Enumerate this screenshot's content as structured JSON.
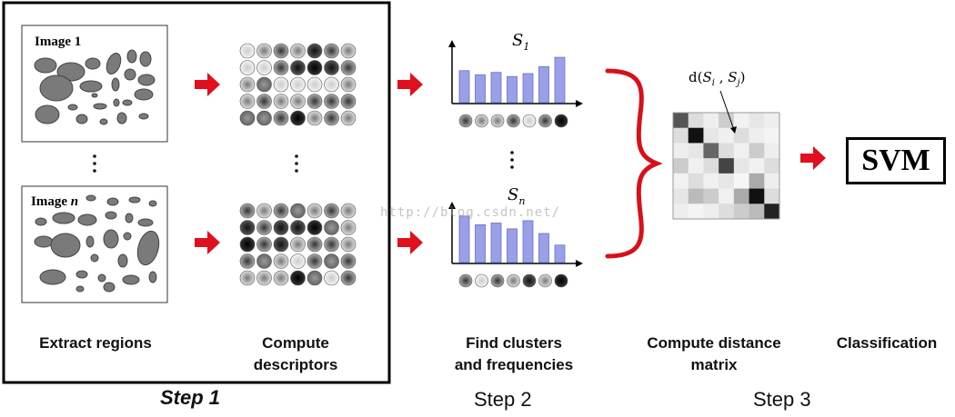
{
  "images": {
    "first_label": "Image 1",
    "last_label_prefix": "Image",
    "last_label_var": "n"
  },
  "histograms": {
    "first_symbol": "S",
    "first_subscript": "1",
    "last_symbol": "S",
    "last_subscript": "n",
    "first_bars": [
      0.55,
      0.48,
      0.52,
      0.45,
      0.5,
      0.62,
      0.78
    ],
    "last_bars": [
      0.8,
      0.65,
      0.68,
      0.58,
      0.72,
      0.5,
      0.3
    ],
    "bar_color": "#9aa0e8"
  },
  "matrix": {
    "annotation": "d(Si , Sj)",
    "ann_func": "d(",
    "ann_s1": "S",
    "ann_i": "i",
    "ann_sep": " , ",
    "ann_s2": "S",
    "ann_j": "j",
    "ann_close": ")"
  },
  "svm_label": "SVM",
  "labels": {
    "extract": "Extract regions",
    "compute_desc": "Compute\ndescriptors",
    "clusters": "Find clusters\nand frequencies",
    "distance": "Compute distance\nmatrix",
    "classification": "Classification"
  },
  "steps": {
    "step1": "Step 1",
    "step2": "Step 2",
    "step3": "Step 3"
  },
  "watermark": "http://blog.csdn.net/",
  "colors": {
    "arrow": "#e0101e",
    "brace": "#d8101a",
    "ellipse": "#7a7a7a"
  }
}
